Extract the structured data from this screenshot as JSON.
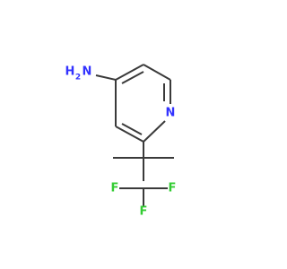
{
  "molecule": {
    "atom_labels": {
      "amine_h": "H",
      "amine_h_subscript": "2",
      "amine_n": "N",
      "ring_n": "N",
      "f_left": "F",
      "f_center": "F",
      "f_right": "F"
    },
    "colors": {
      "bond": "#3a3a3a",
      "nitrogen": "#3333ff",
      "fluorine": "#33cc33"
    }
  }
}
